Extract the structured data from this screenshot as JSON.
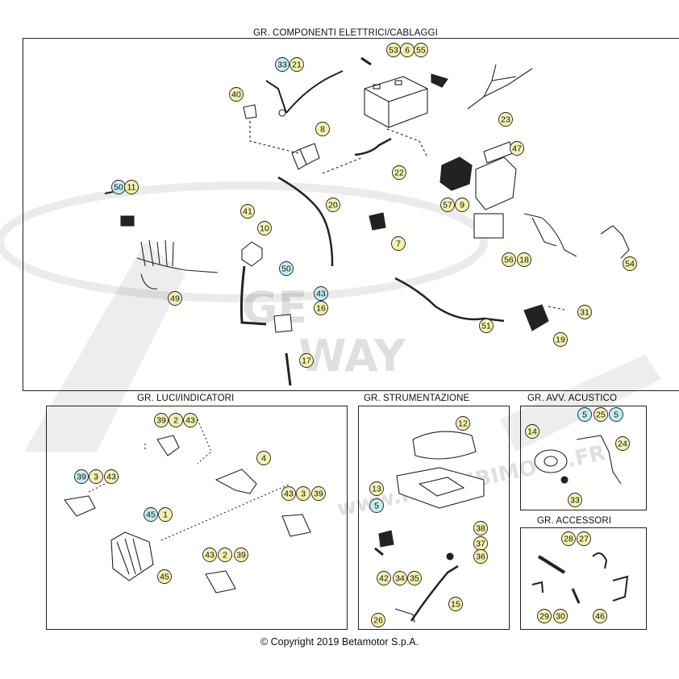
{
  "titles": {
    "main": "GR. COMPONENTI ELETTRICI/CABLAGGI",
    "lights": "GR. LUCI/INDICATORI",
    "instruments": "GR. STRUMENTAZIONE",
    "horn": "GR. AVV. ACUSTICO",
    "accessories": "GR. ACCESSORI"
  },
  "copyright": "© Copyright 2019 Betamotor S.p.A.",
  "watermark": {
    "text1": "GE",
    "text2": "WAY",
    "text3": "www.RICAMBIMOTO.FR"
  },
  "colors": {
    "callout_yellow": "#f4f1b0",
    "callout_cyan": "#c6ecf2",
    "stroke": "#222222"
  },
  "callouts": {
    "main": [
      "33",
      "21",
      "53",
      "6",
      "55",
      "40",
      "8",
      "23",
      "47",
      "50",
      "11",
      "41",
      "20",
      "22",
      "7",
      "57",
      "9",
      "10",
      "50",
      "56",
      "18",
      "54",
      "43",
      "16",
      "49",
      "51",
      "31",
      "19",
      "17"
    ],
    "lights": [
      "39",
      "2",
      "43",
      "4",
      "39",
      "3",
      "43",
      "43",
      "3",
      "39",
      "45",
      "1",
      "45",
      "43",
      "2",
      "39"
    ],
    "instruments": [
      "12",
      "13",
      "5",
      "38",
      "37",
      "36",
      "42",
      "34",
      "35",
      "15",
      "26"
    ],
    "horn": [
      "5",
      "25",
      "5",
      "14",
      "24",
      "33"
    ],
    "accessories": [
      "28",
      "27",
      "29",
      "30",
      "46"
    ]
  }
}
